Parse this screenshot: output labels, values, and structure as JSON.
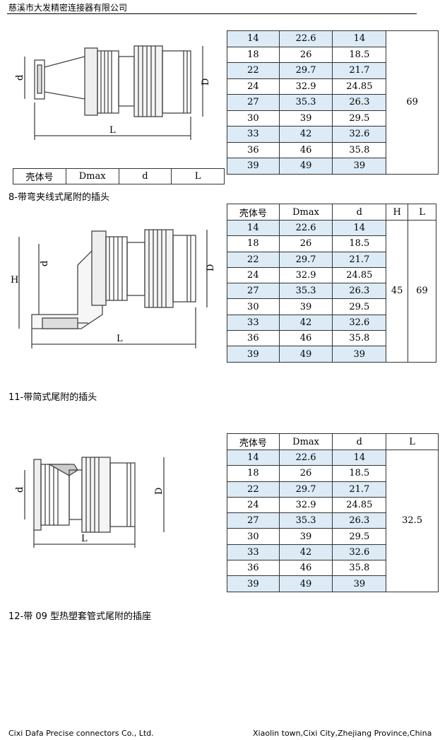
{
  "header": {
    "company_cn": "慈溪市大发精密连接器有限公司"
  },
  "rows": [
    {
      "shell": "14",
      "dmax": "22.6",
      "d": "14"
    },
    {
      "shell": "18",
      "dmax": "26",
      "d": "18.5"
    },
    {
      "shell": "22",
      "dmax": "29.7",
      "d": "21.7"
    },
    {
      "shell": "24",
      "dmax": "32.9",
      "d": "24.85"
    },
    {
      "shell": "27",
      "dmax": "35.3",
      "d": "26.3"
    },
    {
      "shell": "30",
      "dmax": "39",
      "d": "29.5"
    },
    {
      "shell": "33",
      "dmax": "42",
      "d": "32.6"
    },
    {
      "shell": "36",
      "dmax": "46",
      "d": "35.8"
    },
    {
      "shell": "39",
      "dmax": "49",
      "d": "39"
    }
  ],
  "table1": {
    "L": "69"
  },
  "bottom_header": {
    "shell": "壳体号",
    "dmax": "Dmax",
    "d": "d",
    "L": "L"
  },
  "section8": {
    "title": "8-带弯夹线式尾附的插头"
  },
  "table2": {
    "headers": {
      "shell": "壳体号",
      "dmax": "Dmax",
      "d": "d",
      "H": "H",
      "L": "L"
    },
    "H": "45",
    "L": "69"
  },
  "section11": {
    "title": "11-带简式尾附的插头"
  },
  "table3": {
    "headers": {
      "shell": "壳体号",
      "dmax": "Dmax",
      "d": "d",
      "L": "L"
    },
    "L": "32.5"
  },
  "section12": {
    "title": "12-带 09 型热塑套管式尾附的插座"
  },
  "footer": {
    "company_en": "Cixi Dafa Precise connectors Co., Ltd.",
    "address": "Xiaolin town,Cixi City,Zhejiang Province,China"
  },
  "diagram_labels": {
    "d": "d",
    "D": "D",
    "L": "L",
    "H": "H"
  }
}
